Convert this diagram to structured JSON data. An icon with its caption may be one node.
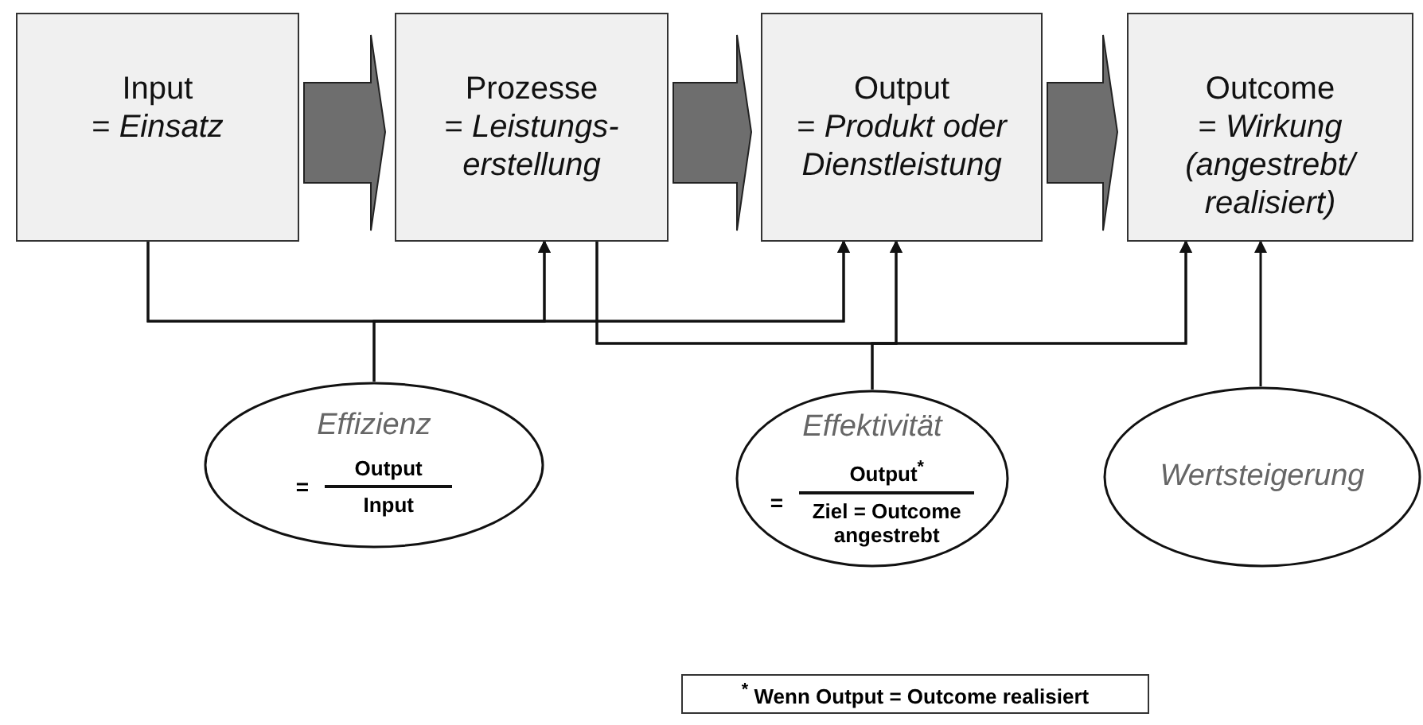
{
  "diagram": {
    "nodes": [
      {
        "text": [
          "Input",
          "= *Einsatz*"
        ]
      },
      {
        "text": [
          "Prozesse",
          "= *Leistungs- erstellung*"
        ]
      },
      {
        "text": [
          "Output",
          "= *Produkt oder Dienstleistung*"
        ]
      },
      {
        "text": [
          "Outcome",
          "= *Wirkung (angestrebt/ realisiert)*"
        ]
      },
      {
        "text": [
          "Effizienz",
          "=",
          "Output",
          "Input"
        ]
      },
      {
        "text": [
          "Effektivität",
          "=",
          "Output$^{*}$",
          "Ziel = Outcome angestrebt"
        ]
      },
      {
        "text": [
          "Wertsteigerung"
        ]
      },
      {
        "text": [
          "$^{*}$ Wenn Output = Outcome realisiert"
        ]
      }
    ],
    "edges": [
      {
        "from": 0,
        "to": 1,
        "arrow": "to",
        "style": "thick",
        "color": "#6e6e6e"
      },
      {
        "from": 1,
        "to": 2,
        "arrow": "to",
        "style": "thick",
        "color": "#6e6e6e"
      },
      {
        "from": 2,
        "to": 3,
        "arrow": "to",
        "style": "thick",
        "color": "#6e6e6e"
      },
      {
        "from": 0,
        "to": 1,
        "arrow": "to"
      },
      {
        "from": 0,
        "to": 2,
        "arrow": "to"
      },
      {
        "from": 4,
        "to": 1,
        "arrow": "to"
      },
      {
        "from": 4,
        "to": 2,
        "arrow": "to"
      },
      {
        "from": 1,
        "to": 2,
        "arrow": "to"
      },
      {
        "from": 1,
        "to": 3,
        "arrow": "to"
      },
      {
        "from": 5,
        "to": 2,
        "arrow": "to"
      },
      {
        "from": 5,
        "to": 3,
        "arrow": "to"
      },
      {
        "from": 6,
        "to": 3,
        "arrow": "to"
      }
    ]
  }
}
